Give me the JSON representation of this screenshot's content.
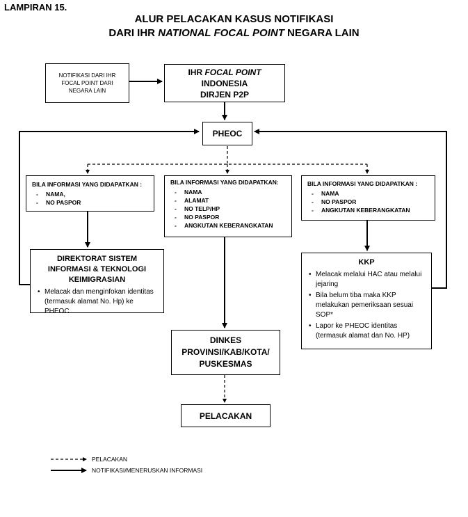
{
  "doc_label": "LAMPIRAN 15.",
  "title_line1": "ALUR PELACAKAN KASUS NOTIFIKASI",
  "title_line2_prefix": "DARI IHR ",
  "title_line2_italic": "NATIONAL FOCAL POINT",
  "title_line2_suffix": " NEGARA LAIN",
  "boxes": {
    "notif_source": "NOTIFIKASI DARI IHR FOCAL POINT DARI NEGARA LAIN",
    "ihr_fp_prefix": "IHR ",
    "ihr_fp_italic": "FOCAL POINT",
    "ihr_fp_suffix": " INDONESIA",
    "ihr_fp_line2": "DIRJEN P2P",
    "pheoc": "PHEOC",
    "info_left": {
      "heading": "BILA INFORMASI YANG DIDAPATKAN :",
      "items": [
        "NAMA,",
        "NO PASPOR"
      ]
    },
    "info_middle": {
      "heading": "BILA INFORMASI YANG DIDAPATKAN:",
      "items": [
        "NAMA",
        "ALAMAT",
        "NO TELP/HP",
        "NO PASPOR",
        "ANGKUTAN KEBERANGKATAN"
      ]
    },
    "info_right": {
      "heading": "BILA INFORMASI YANG DIDAPATKAN :",
      "items": [
        "NAMA",
        "NO PASPOR",
        "ANGKUTAN KEBERANGKATAN"
      ]
    },
    "direktorat": {
      "title": "DIREKTORAT SISTEM INFORMASI & TEKNOLOGI KEIMIGRASIAN",
      "items": [
        "Melacak dan menginfokan identitas (termasuk alamat No. Hp) ke PHEOC"
      ]
    },
    "kkp": {
      "title": "KKP",
      "items": [
        "Melacak melalui HAC atau melalui jejaring",
        "Bila belum tiba maka KKP melakukan pemeriksaan sesuai SOP*",
        "Lapor ke PHEOC identitas (termasuk alamat dan No. HP)"
      ]
    },
    "dinkes": "DINKES PROVINSI/KAB/KOTA/ PUSKESMAS",
    "pelacakan": "PELACAKAN"
  },
  "legend": {
    "dashed": "PELACAKAN",
    "solid": "NOTIFIKASI/MENERUSKAN INFORMASI"
  }
}
